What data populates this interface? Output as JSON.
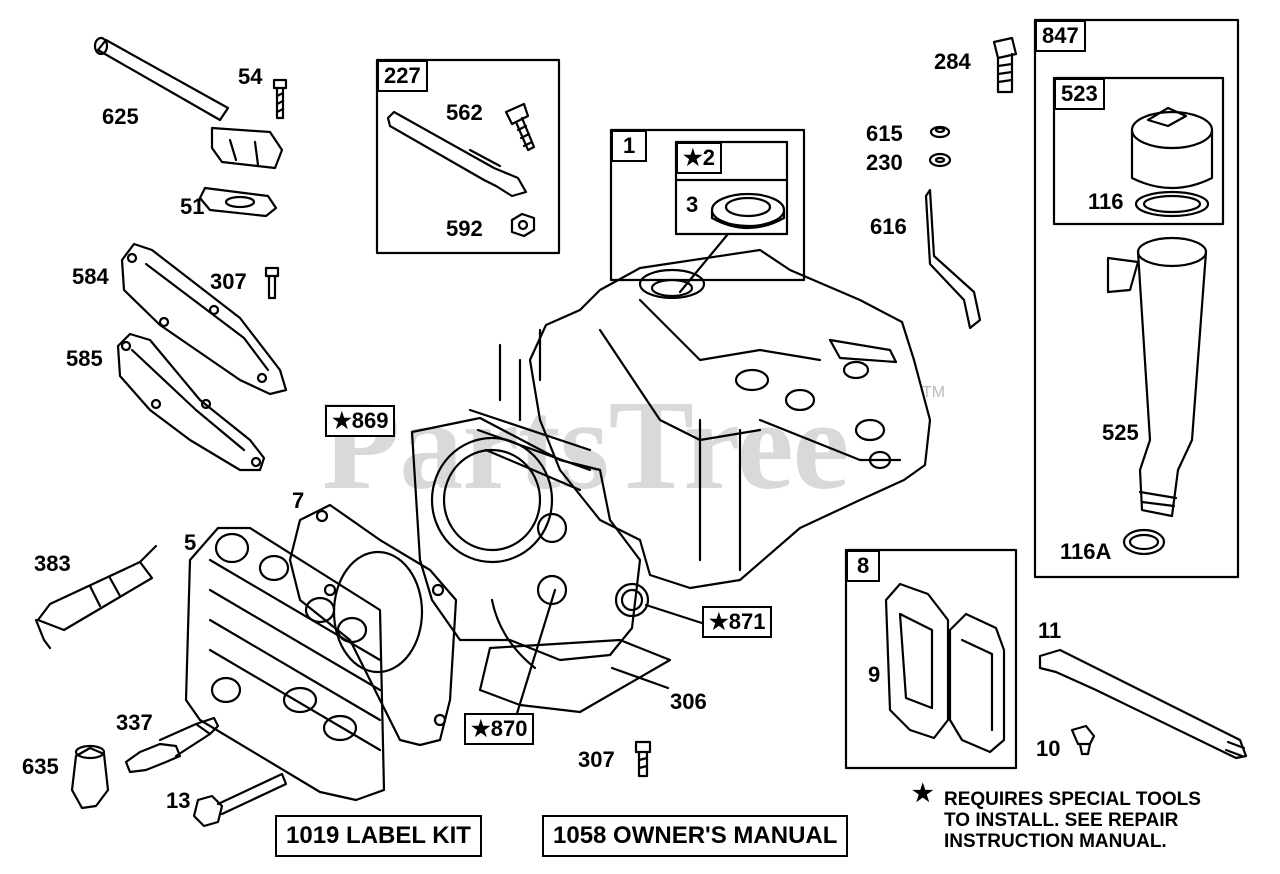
{
  "watermark": {
    "text": "PartsTree",
    "trademark": "TM"
  },
  "labels": {
    "p625": "625",
    "p54": "54",
    "p51": "51",
    "p562": "562",
    "p592": "592",
    "p284": "284",
    "p615": "615",
    "p230": "230",
    "p616": "616",
    "p116": "116",
    "p525": "525",
    "p116A": "116A",
    "p584": "584",
    "p307a": "307",
    "p585": "585",
    "p3": "3",
    "p7": "7",
    "p5": "5",
    "p383": "383",
    "p337": "337",
    "p635": "635",
    "p13": "13",
    "p306": "306",
    "p307b": "307",
    "p9": "9",
    "p11": "11",
    "p10": "10"
  },
  "boxes": {
    "b227": "227",
    "b1": "1",
    "b2": "★2",
    "b847": "847",
    "b523": "523",
    "b869": "★869",
    "b871": "★871",
    "b870": "★870",
    "b8": "8"
  },
  "kits": {
    "label_kit": "1019 LABEL KIT",
    "owners_manual": "1058 OWNER'S MANUAL"
  },
  "note": {
    "star": "★",
    "line1": "REQUIRES SPECIAL TOOLS",
    "line2": "TO INSTALL.  SEE REPAIR",
    "line3": "INSTRUCTION MANUAL."
  }
}
